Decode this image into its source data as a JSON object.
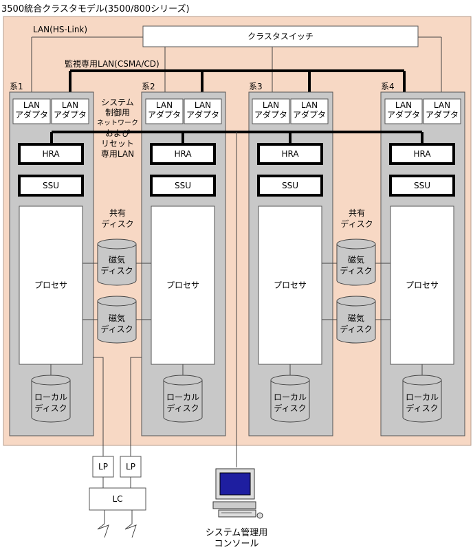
{
  "title": "3500統合クラスタモデル(3500/800シリーズ)",
  "labels": {
    "lan_hs_link": "LAN(HS-Link)",
    "cluster_switch": "クラスタスイッチ",
    "monitor_lan": "監視専用LAN(CSMA/CD)",
    "system_control_lines": [
      "システム",
      "制御用",
      "ネットワーク",
      "および",
      "リセット",
      "専用LAN"
    ],
    "shared_disk_lines": [
      "共有",
      "ディスク"
    ],
    "magnetic_disk_lines": [
      "磁気",
      "ディスク"
    ],
    "local_disk_lines": [
      "ローカル",
      "ディスク"
    ],
    "lan_adapter_lines": [
      "LAN",
      "アダプタ"
    ],
    "hra": "HRA",
    "ssu": "SSU",
    "processor": "プロセサ",
    "lp": "LP",
    "lc": "LC",
    "console_lines": [
      "システム管理用",
      "コンソール"
    ]
  },
  "systems": [
    {
      "name": "系1"
    },
    {
      "name": "系2"
    },
    {
      "name": "系3"
    },
    {
      "name": "系4"
    }
  ],
  "colors": {
    "cluster_bg": "#f7d8c4",
    "system_bg": "#c8c8c8",
    "disk_fill": "#c8c8c8",
    "monitor_blue": "#1e1ea0"
  }
}
